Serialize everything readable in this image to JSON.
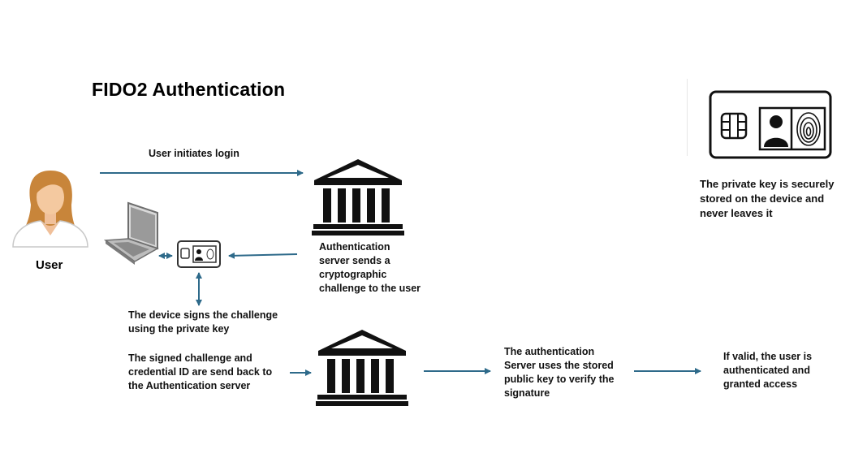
{
  "title": "FIDO2 Authentication",
  "user_label": "User",
  "steps": {
    "login": "User initiates login",
    "challenge_lines": [
      "Authentication",
      "server sends a",
      "cryptographic",
      "challenge to the user"
    ],
    "sign_lines": [
      "The device signs the challenge",
      "using the private key"
    ],
    "send_back_lines": [
      "The signed challenge and",
      "credential ID are send back to",
      "the Authentication server"
    ],
    "verify_lines": [
      "The authentication",
      "Server uses the stored",
      "public key to verify the",
      "signature"
    ],
    "granted_lines": [
      "If valid, the user is",
      "authenticated and",
      "granted access"
    ]
  },
  "private_key_note_lines": [
    "The private key is securely",
    "stored on the device and",
    "never leaves it"
  ],
  "colors": {
    "arrow": "#2e6a8a",
    "laptop": "#8a8a8a",
    "hair": "#c8853a",
    "skin": "#f4c9a0"
  },
  "icons": [
    "user-avatar-icon",
    "bank-server-icon",
    "laptop-icon",
    "security-key-card-icon",
    "chip-icon",
    "person-silhouette-icon",
    "fingerprint-icon"
  ]
}
